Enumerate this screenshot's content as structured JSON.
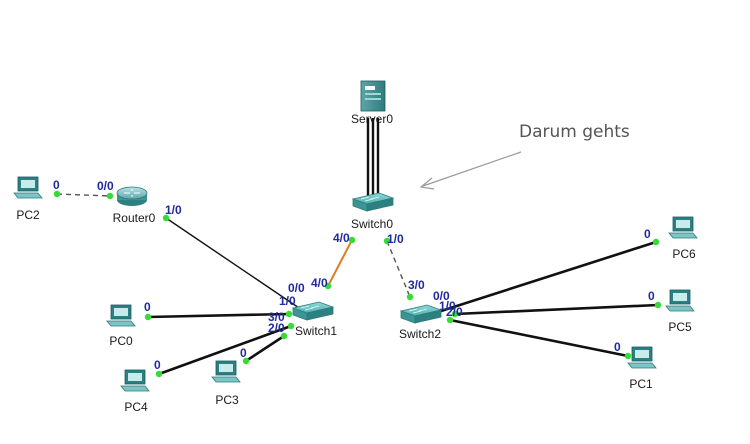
{
  "devices": [
    {
      "id": "server0",
      "kind": "server",
      "label": "Server0"
    },
    {
      "id": "switch0",
      "kind": "switch",
      "label": "Switch0"
    },
    {
      "id": "switch1",
      "kind": "switch",
      "label": "Switch1"
    },
    {
      "id": "switch2",
      "kind": "switch",
      "label": "Switch2"
    },
    {
      "id": "router0",
      "kind": "router",
      "label": "Router0"
    },
    {
      "id": "pc0",
      "kind": "pc",
      "label": "PC0"
    },
    {
      "id": "pc1",
      "kind": "pc",
      "label": "PC1"
    },
    {
      "id": "pc2",
      "kind": "pc",
      "label": "PC2"
    },
    {
      "id": "pc3",
      "kind": "pc",
      "label": "PC3"
    },
    {
      "id": "pc4",
      "kind": "pc",
      "label": "PC4"
    },
    {
      "id": "pc5",
      "kind": "pc",
      "label": "PC5"
    },
    {
      "id": "pc6",
      "kind": "pc",
      "label": "PC6"
    }
  ],
  "links": [
    {
      "id": "pc2-router0",
      "style": "dashed",
      "ports": [
        "0",
        "0/0"
      ]
    },
    {
      "id": "router0-switch1",
      "style": "solid",
      "ports": [
        "1/0",
        "0/0"
      ]
    },
    {
      "id": "switch0-switch1",
      "style": "orange",
      "ports": [
        "4/0",
        "4/0"
      ]
    },
    {
      "id": "switch0-switch2",
      "style": "dashed",
      "ports": [
        "1/0",
        "3/0"
      ]
    },
    {
      "id": "pc0-switch1",
      "style": "solid",
      "ports": [
        "0",
        "1/0"
      ]
    },
    {
      "id": "pc4-switch1",
      "style": "solid",
      "ports": [
        "0",
        "3/0"
      ]
    },
    {
      "id": "pc3-switch1",
      "style": "solid",
      "ports": [
        "0",
        "2/0"
      ]
    },
    {
      "id": "pc6-switch2",
      "style": "solid",
      "ports": [
        "0",
        "0/0"
      ]
    },
    {
      "id": "pc5-switch2",
      "style": "solid",
      "ports": [
        "0",
        "1/0"
      ]
    },
    {
      "id": "pc1-switch2",
      "style": "solid",
      "ports": [
        "0",
        "2/0"
      ]
    }
  ],
  "annotation": {
    "text": "Darum gehts"
  },
  "colors": {
    "cable": "#111111",
    "orange_cable": "#e07b22",
    "port_dot": "#33dd33",
    "port_label": "#1f2a9c"
  }
}
